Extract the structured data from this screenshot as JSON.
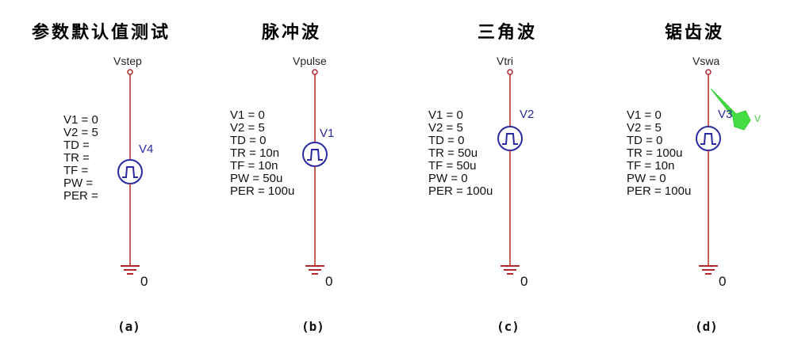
{
  "panels": [
    {
      "title": "参数默认值测试",
      "node": "Vstep",
      "instance": "V4",
      "params": [
        "V1 = 0",
        "V2 = 5",
        "TD =",
        "TR =",
        "TF =",
        "PW =",
        "PER ="
      ],
      "ground": "0",
      "caption": "(a)"
    },
    {
      "title": "脉冲波",
      "node": "Vpulse",
      "instance": "V1",
      "params": [
        "V1 = 0",
        "V2 = 5",
        "TD = 0",
        "TR = 10n",
        "TF = 10n",
        "PW = 50u",
        "PER = 100u"
      ],
      "ground": "0",
      "caption": "(b)"
    },
    {
      "title": "三角波",
      "node": "Vtri",
      "instance": "V2",
      "params": [
        "V1 = 0",
        "V2 = 5",
        "TD = 0",
        "TR = 50u",
        "TF = 50u",
        "PW = 0",
        "PER = 100u"
      ],
      "ground": "0",
      "caption": "(c)"
    },
    {
      "title": "锯齿波",
      "node": "Vswa",
      "instance": "V3",
      "params": [
        "V1 = 0",
        "V2 = 5",
        "TD = 0",
        "TR = 100u",
        "TF = 10n",
        "PW = 0",
        "PER = 100u"
      ],
      "ground": "0",
      "caption": "(d)",
      "marker_label": "V"
    }
  ],
  "colors": {
    "wire": "#b02828",
    "source": "#2a2aa0",
    "ground": "#b02828",
    "marker": "#44dd44"
  }
}
